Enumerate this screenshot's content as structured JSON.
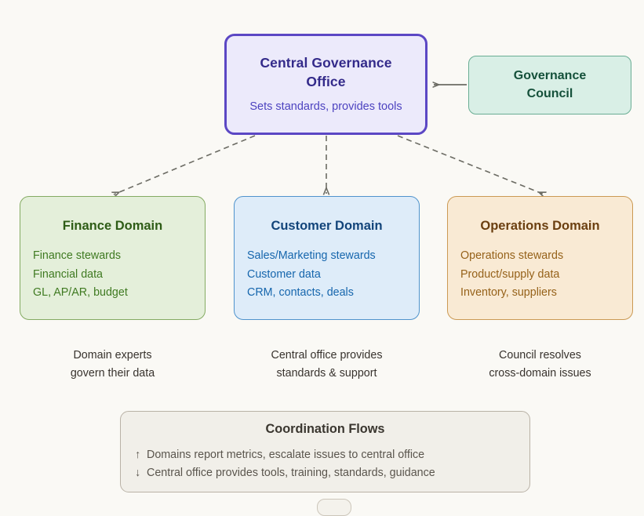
{
  "diagram": {
    "background_color": "#faf9f5",
    "central": {
      "title": "Central Governance\nOffice",
      "title_line1": "Central Governance",
      "title_line2": "Office",
      "subtitle": "Sets standards, provides tools",
      "fill": "#eceafb",
      "border": "#5b47c4",
      "text_color": "#332a8a"
    },
    "council": {
      "title_line1": "Governance",
      "title_line2": "Council",
      "fill": "#d9efe6",
      "border": "#69ad94",
      "text_color": "#14503a"
    },
    "domains": [
      {
        "key": "finance",
        "title": "Finance Domain",
        "lines": [
          "Finance stewards",
          "Financial data",
          "GL, AP/AR, budget"
        ],
        "caption_line1": "Domain experts",
        "caption_line2": "govern their data",
        "fill": "#e4efda",
        "border": "#84ab62",
        "title_color": "#2e5c16",
        "body_color": "#3f7a21"
      },
      {
        "key": "customer",
        "title": "Customer Domain",
        "lines": [
          "Sales/Marketing stewards",
          "Customer data",
          "CRM, contacts, deals"
        ],
        "caption_line1": "Central office provides",
        "caption_line2": "standards & support",
        "fill": "#deecf9",
        "border": "#4f93cc",
        "title_color": "#12447a",
        "body_color": "#1666ad"
      },
      {
        "key": "operations",
        "title": "Operations Domain",
        "lines": [
          "Operations stewards",
          "Product/supply data",
          "Inventory, suppliers"
        ],
        "caption_line1": "Council resolves",
        "caption_line2": "cross-domain issues",
        "fill": "#f9ead4",
        "border": "#cb9a54",
        "title_color": "#6b3f10",
        "body_color": "#96621a"
      }
    ],
    "coordination": {
      "title": "Coordination Flows",
      "up_arrow": "↑",
      "down_arrow": "↓",
      "line_up": "Domains report metrics, escalate issues to central office",
      "line_down": "Central office provides tools, training, standards, guidance",
      "fill": "#f1efe9",
      "border": "#b9b2a6",
      "text_color": "#5a554d"
    },
    "edges": [
      {
        "name": "council-to-central",
        "style": "solid",
        "color": "#6b6b63",
        "arrow": "left"
      },
      {
        "name": "central-to-finance",
        "style": "dashed",
        "color": "#6b6b63",
        "arrow": "end"
      },
      {
        "name": "central-to-customer",
        "style": "dashed",
        "color": "#6b6b63",
        "arrow": "end"
      },
      {
        "name": "central-to-operations",
        "style": "dashed",
        "color": "#6b6b63",
        "arrow": "end"
      }
    ]
  }
}
